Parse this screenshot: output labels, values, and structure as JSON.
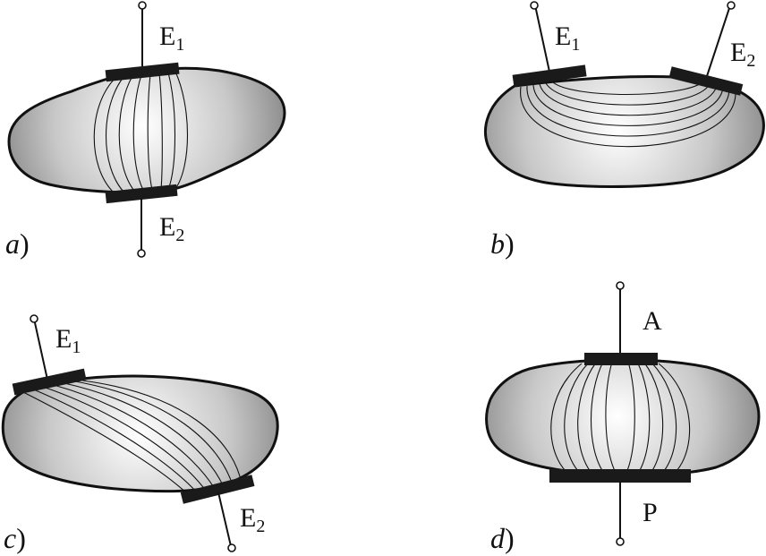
{
  "panels": {
    "a": {
      "caption_letter": "a",
      "caption_paren": ")",
      "electrode_top": {
        "main": "E",
        "sub": "1"
      },
      "electrode_bottom": {
        "main": "E",
        "sub": "2"
      }
    },
    "b": {
      "caption_letter": "b",
      "caption_paren": ")",
      "electrode_left": {
        "main": "E",
        "sub": "1"
      },
      "electrode_right": {
        "main": "E",
        "sub": "2"
      }
    },
    "c": {
      "caption_letter": "c",
      "caption_paren": ")",
      "electrode_top": {
        "main": "E",
        "sub": "1"
      },
      "electrode_bottom": {
        "main": "E",
        "sub": "2"
      }
    },
    "d": {
      "caption_letter": "d",
      "caption_paren": ")",
      "electrode_top": {
        "main": "A"
      },
      "electrode_bottom": {
        "main": "P"
      }
    }
  },
  "colors": {
    "body_light": "#ffffff",
    "body_dark": "#777777",
    "stroke": "#111111",
    "electrode": "#1a1a1a"
  }
}
